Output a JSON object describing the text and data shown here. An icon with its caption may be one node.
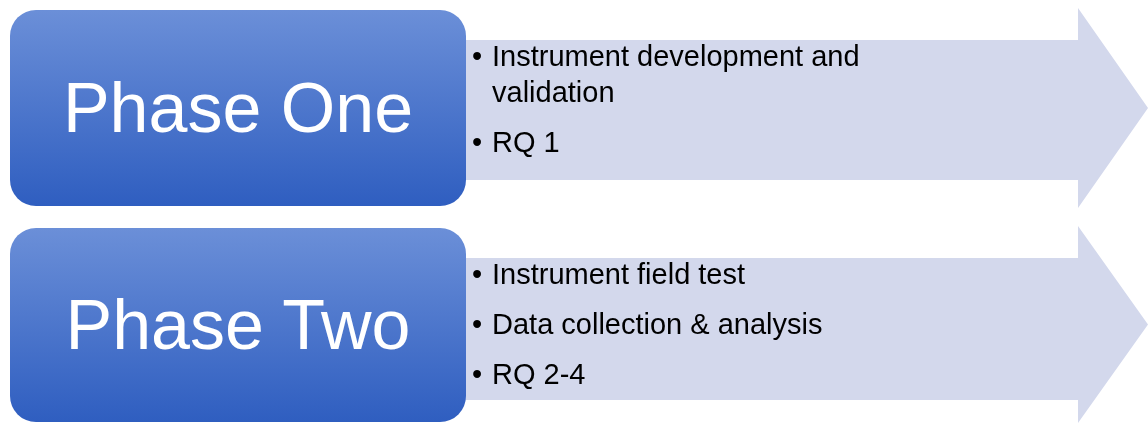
{
  "diagram": {
    "nodes": [
      {
        "text": [
          "Phase One"
        ]
      },
      {
        "text": [
          "Instrument development and validation",
          "RQ 1"
        ]
      },
      {
        "text": [
          "Phase Two"
        ]
      },
      {
        "text": [
          "Instrument field test",
          "Data collection & analysis",
          "RQ 2-4"
        ]
      }
    ],
    "labels": [
      "•",
      "•",
      "•",
      "•",
      "•"
    ]
  }
}
